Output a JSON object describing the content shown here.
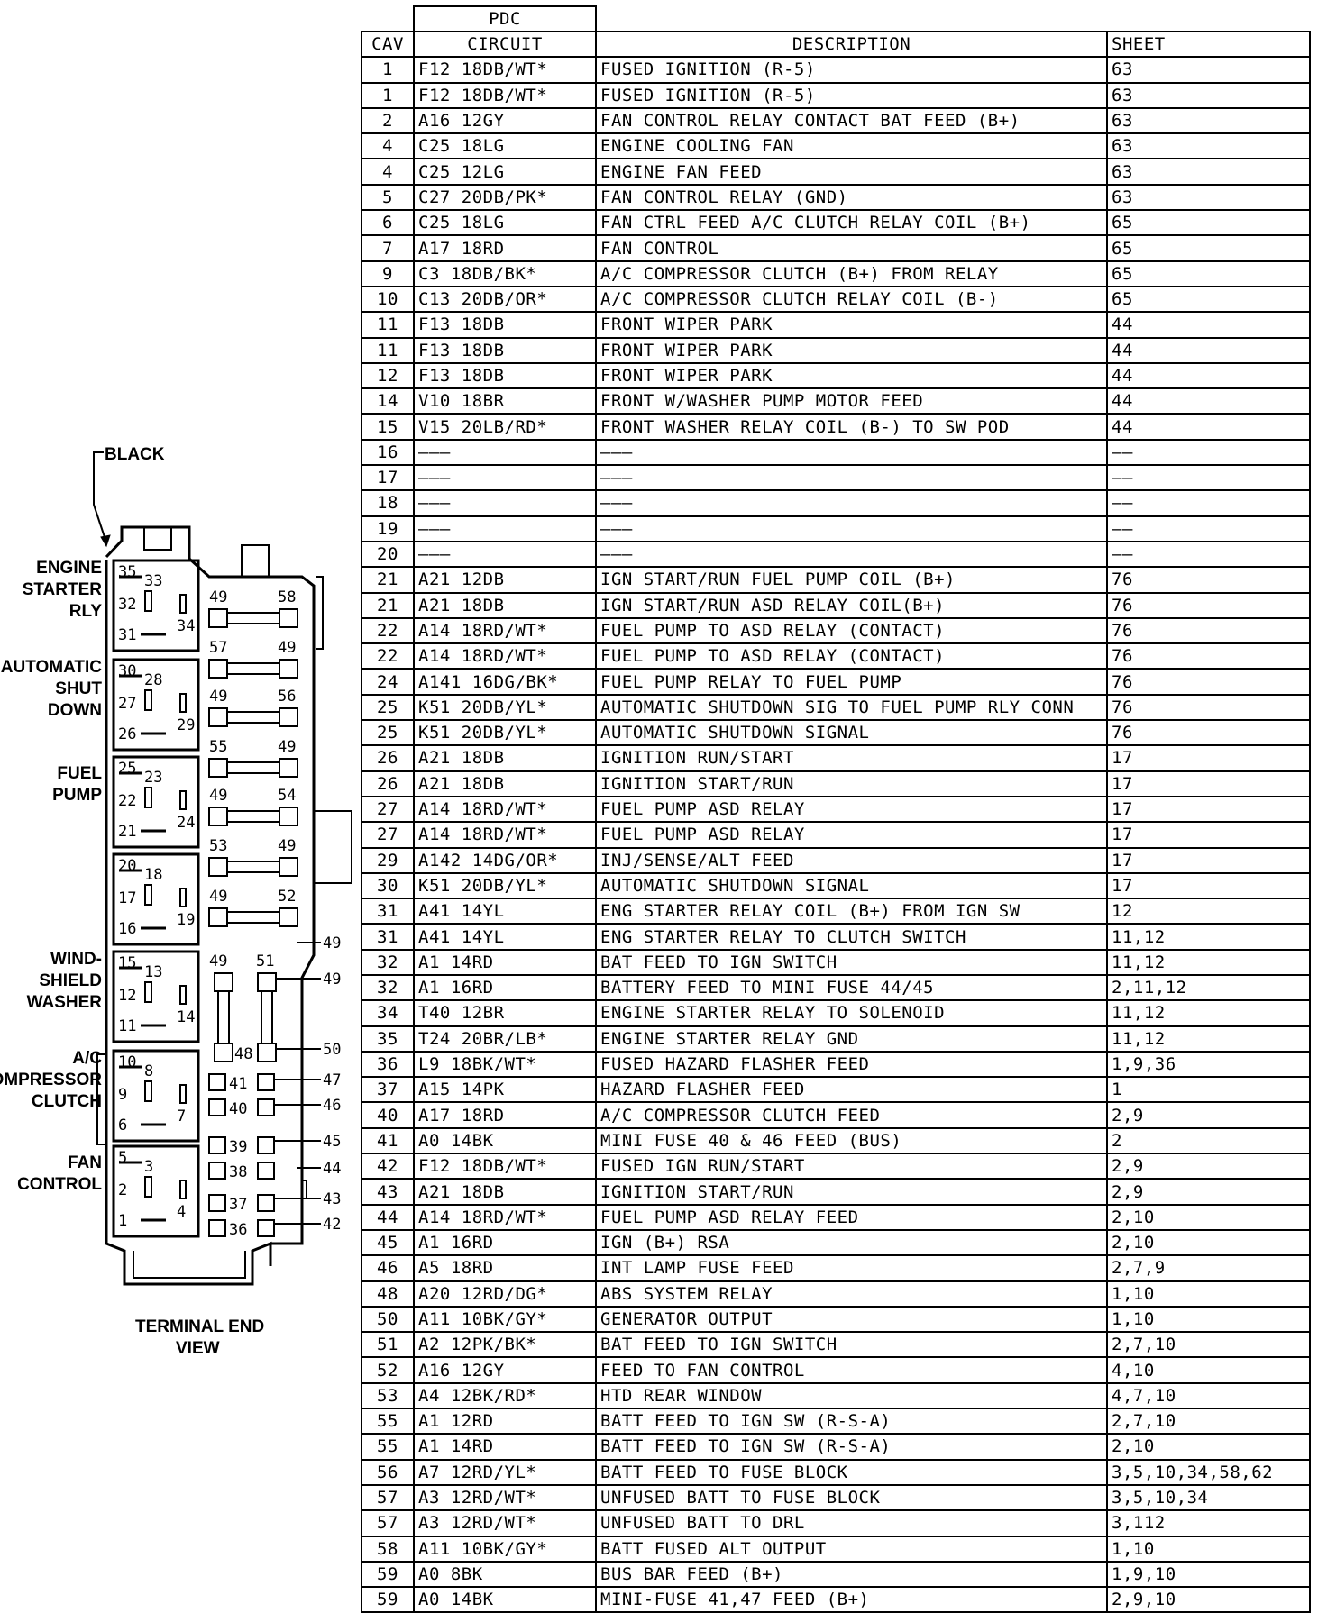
{
  "diagram": {
    "callout": "BLACK",
    "footer": [
      "TERMINAL END",
      "VIEW"
    ],
    "relays": [
      {
        "name": [
          "ENGINE",
          "STARTER",
          "RLY"
        ],
        "pins": [
          "35",
          "33",
          "32",
          "31",
          "34"
        ]
      },
      {
        "name": [
          "AUTOMATIC",
          "SHUT",
          "DOWN"
        ],
        "pins": [
          "30",
          "28",
          "27",
          "26",
          "29"
        ]
      },
      {
        "name": [
          "FUEL",
          "PUMP"
        ],
        "pins": [
          "25",
          "23",
          "22",
          "21",
          "24"
        ]
      },
      {
        "name": [],
        "pins": [
          "20",
          "18",
          "17",
          "16",
          "19"
        ]
      },
      {
        "name": [
          "WIND-",
          "SHIELD",
          "WASHER"
        ],
        "pins": [
          "15",
          "13",
          "12",
          "11",
          "14"
        ]
      },
      {
        "name": [
          "A/C",
          "COMPRESSOR",
          "CLUTCH"
        ],
        "pins": [
          "10",
          "8",
          "9",
          "6",
          "7"
        ]
      },
      {
        "name": [
          "FAN",
          "CONTROL"
        ],
        "pins": [
          "5",
          "3",
          "2",
          "1",
          "4"
        ]
      }
    ],
    "fuse_pairs": [
      {
        "left": "49",
        "right": "58"
      },
      {
        "left": "57",
        "right": "49"
      },
      {
        "left": "49",
        "right": "56"
      },
      {
        "left": "55",
        "right": "49"
      },
      {
        "left": "49",
        "right": "54"
      },
      {
        "left": "53",
        "right": "49"
      },
      {
        "left": "49",
        "right": "52"
      }
    ],
    "maxi": [
      "49",
      "51",
      "48"
    ],
    "mini": [
      "41",
      "40",
      "39",
      "38",
      "37",
      "36"
    ],
    "outside": [
      "49",
      "49",
      "50",
      "47",
      "46",
      "45",
      "44",
      "43",
      "42"
    ]
  },
  "table": {
    "title": "PDC",
    "headers": {
      "cav": "CAV",
      "circuit": "CIRCUIT",
      "description": "DESCRIPTION",
      "sheet": "SHEET"
    },
    "rows": [
      [
        "1",
        "F12  18DB/WT*",
        "FUSED  IGNITION  (R-5)",
        "63"
      ],
      [
        "1",
        "F12  18DB/WT*",
        "FUSED  IGNITION  (R-5)",
        "63"
      ],
      [
        "2",
        "A16  12GY",
        "FAN  CONTROL  RELAY  CONTACT  BAT  FEED  (B+)",
        "63"
      ],
      [
        "4",
        "C25  18LG",
        "ENGINE  COOLING  FAN",
        "63"
      ],
      [
        "4",
        "C25  12LG",
        "ENGINE  FAN  FEED",
        "63"
      ],
      [
        "5",
        "C27  20DB/PK*",
        "FAN  CONTROL  RELAY  (GND)",
        "63"
      ],
      [
        "6",
        "C25  18LG",
        "FAN  CTRL  FEED  A/C  CLUTCH  RELAY  COIL  (B+)",
        "65"
      ],
      [
        "7",
        "A17  18RD",
        "FAN  CONTROL",
        "65"
      ],
      [
        "9",
        "C3  18DB/BK*",
        "A/C  COMPRESSOR  CLUTCH  (B+)  FROM  RELAY",
        "65"
      ],
      [
        "10",
        "C13  20DB/OR*",
        "A/C  COMPRESSOR  CLUTCH  RELAY  COIL  (B-)",
        "65"
      ],
      [
        "11",
        "F13  18DB",
        "FRONT  WIPER  PARK",
        "44"
      ],
      [
        "11",
        "F13  18DB",
        "FRONT  WIPER  PARK",
        "44"
      ],
      [
        "12",
        "F13  18DB",
        "FRONT  WIPER  PARK",
        "44"
      ],
      [
        "14",
        "V10  18BR",
        "FRONT  W/WASHER  PUMP  MOTOR  FEED",
        "44"
      ],
      [
        "15",
        "V15  20LB/RD*",
        "FRONT  WASHER  RELAY  COIL  (B-)  TO  SW  POD",
        "44"
      ],
      [
        "16",
        "———",
        "———",
        "——"
      ],
      [
        "17",
        "———",
        "———",
        "——"
      ],
      [
        "18",
        "———",
        "———",
        "——"
      ],
      [
        "19",
        "———",
        "———",
        "——"
      ],
      [
        "20",
        "———",
        "———",
        "——"
      ],
      [
        "21",
        "A21  12DB",
        "IGN  START/RUN  FUEL  PUMP  COIL  (B+)",
        "76"
      ],
      [
        "21",
        "A21  18DB",
        "IGN  START/RUN  ASD  RELAY  COIL(B+)",
        "76"
      ],
      [
        "22",
        "A14  18RD/WT*",
        "FUEL  PUMP  TO  ASD  RELAY  (CONTACT)",
        "76"
      ],
      [
        "22",
        "A14  18RD/WT*",
        "FUEL  PUMP  TO  ASD  RELAY  (CONTACT)",
        "76"
      ],
      [
        "24",
        "A141  16DG/BK*",
        "FUEL  PUMP  RELAY  TO  FUEL  PUMP",
        "76"
      ],
      [
        "25",
        "K51  20DB/YL*",
        "AUTOMATIC  SHUTDOWN  SIG  TO  FUEL  PUMP  RLY  CONN",
        "76"
      ],
      [
        "25",
        "K51  20DB/YL*",
        "AUTOMATIC  SHUTDOWN  SIGNAL",
        "76"
      ],
      [
        "26",
        "A21  18DB",
        "IGNITION  RUN/START",
        "17"
      ],
      [
        "26",
        "A21  18DB",
        "IGNITION  START/RUN",
        "17"
      ],
      [
        "27",
        "A14  18RD/WT*",
        "FUEL  PUMP  ASD  RELAY",
        "17"
      ],
      [
        "27",
        "A14  18RD/WT*",
        "FUEL  PUMP  ASD  RELAY",
        "17"
      ],
      [
        "29",
        "A142  14DG/OR*",
        "INJ/SENSE/ALT  FEED",
        "17"
      ],
      [
        "30",
        "K51  20DB/YL*",
        "AUTOMATIC  SHUTDOWN  SIGNAL",
        "17"
      ],
      [
        "31",
        "A41  14YL",
        "ENG  STARTER  RELAY  COIL  (B+)  FROM  IGN  SW",
        "12"
      ],
      [
        "31",
        "A41  14YL",
        "ENG  STARTER  RELAY  TO  CLUTCH  SWITCH",
        "11,12"
      ],
      [
        "32",
        "A1  14RD",
        "BAT  FEED  TO  IGN  SWITCH",
        "11,12"
      ],
      [
        "32",
        "A1  16RD",
        "BATTERY  FEED  TO  MINI  FUSE  44/45",
        "2,11,12"
      ],
      [
        "34",
        "T40  12BR",
        "ENGINE  STARTER  RELAY  TO  SOLENOID",
        "11,12"
      ],
      [
        "35",
        "T24  20BR/LB*",
        "ENGINE  STARTER  RELAY  GND",
        "11,12"
      ],
      [
        "36",
        "L9  18BK/WT*",
        "FUSED  HAZARD  FLASHER  FEED",
        "1,9,36"
      ],
      [
        "37",
        "A15  14PK",
        "HAZARD  FLASHER  FEED",
        "1"
      ],
      [
        "40",
        "A17  18RD",
        "A/C  COMPRESSOR  CLUTCH  FEED",
        "2,9"
      ],
      [
        "41",
        "A0  14BK",
        "MINI  FUSE  40  &  46  FEED  (BUS)",
        "2"
      ],
      [
        "42",
        "F12  18DB/WT*",
        "FUSED  IGN  RUN/START",
        "2,9"
      ],
      [
        "43",
        "A21  18DB",
        "IGNITION  START/RUN",
        "2,9"
      ],
      [
        "44",
        "A14  18RD/WT*",
        "FUEL  PUMP  ASD  RELAY  FEED",
        "2,10"
      ],
      [
        "45",
        "A1  16RD",
        "IGN  (B+)  RSA",
        "2,10"
      ],
      [
        "46",
        "A5  18RD",
        "INT  LAMP  FUSE  FEED",
        "2,7,9"
      ],
      [
        "48",
        "A20  12RD/DG*",
        "ABS  SYSTEM  RELAY",
        "1,10"
      ],
      [
        "50",
        "A11  10BK/GY*",
        "GENERATOR  OUTPUT",
        "1,10"
      ],
      [
        "51",
        "A2  12PK/BK*",
        "BAT  FEED  TO  IGN  SWITCH",
        "2,7,10"
      ],
      [
        "52",
        "A16  12GY",
        "FEED  TO  FAN  CONTROL",
        "4,10"
      ],
      [
        "53",
        "A4  12BK/RD*",
        "HTD  REAR  WINDOW",
        "4,7,10"
      ],
      [
        "55",
        "A1  12RD",
        "BATT  FEED  TO  IGN  SW  (R-S-A)",
        "2,7,10"
      ],
      [
        "55",
        "A1  14RD",
        "BATT  FEED  TO  IGN  SW  (R-S-A)",
        "2,10"
      ],
      [
        "56",
        "A7  12RD/YL*",
        "BATT  FEED  TO  FUSE  BLOCK",
        "3,5,10,34,58,62"
      ],
      [
        "57",
        "A3  12RD/WT*",
        "UNFUSED  BATT  TO  FUSE  BLOCK",
        "3,5,10,34"
      ],
      [
        "57",
        "A3  12RD/WT*",
        "UNFUSED  BATT  TO  DRL",
        "3,112"
      ],
      [
        "58",
        "A11  10BK/GY*",
        "BATT  FUSED  ALT  OUTPUT",
        "1,10"
      ],
      [
        "59",
        "A0  8BK",
        "BUS  BAR  FEED  (B+)",
        "1,9,10"
      ],
      [
        "59",
        "A0  14BK",
        "MINI-FUSE  41,47  FEED  (B+)",
        "2,9,10"
      ]
    ]
  }
}
